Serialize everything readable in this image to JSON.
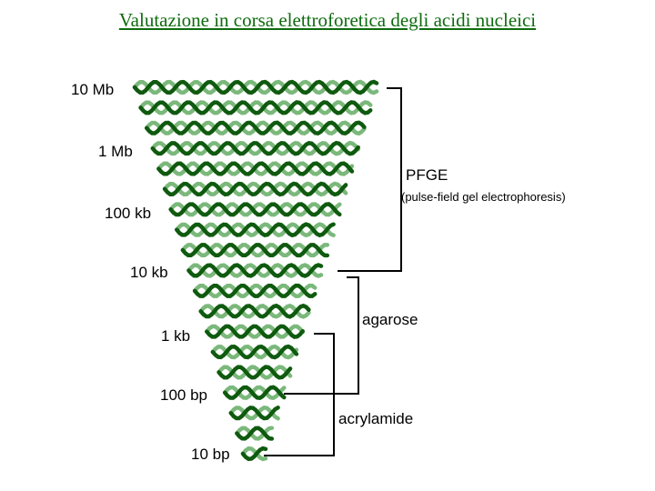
{
  "title": "Valutazione in corsa elettroforetica degli acidi nucleici",
  "size_labels": [
    "10 Mb",
    "1 Mb",
    "100 kb",
    "10 kb",
    "1 kb",
    "100 bp",
    "10 bp"
  ],
  "methods": [
    {
      "name": "PFGE",
      "detail": "(pulse-field gel electrophoresis)"
    },
    {
      "name": "agarose",
      "detail": ""
    },
    {
      "name": "acrylamide",
      "detail": ""
    }
  ],
  "colors": {
    "title": "#0e6b0e",
    "dna_dark": "#0f5a0f",
    "dna_light": "#7bb87b"
  },
  "icons": [
    "dna-helix-icon"
  ]
}
